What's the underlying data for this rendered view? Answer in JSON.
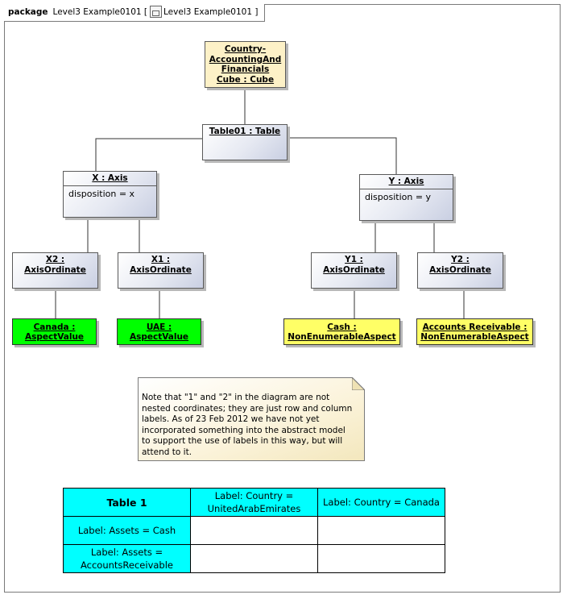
{
  "frame": {
    "keyword": "package",
    "name": "Level3 Example0101",
    "bracket_open": "[",
    "diagram_name": "Level3 Example0101",
    "bracket_close": "]"
  },
  "nodes": {
    "cube": {
      "lines": [
        "Country-",
        "AccountingAnd",
        "Financials",
        "Cube : Cube"
      ]
    },
    "table": {
      "title": "Table01 : Table"
    },
    "x_axis": {
      "title": "X : Axis",
      "attr": "disposition = x"
    },
    "y_axis": {
      "title": "Y : Axis",
      "attr": "disposition = y"
    },
    "x2": {
      "title": "X2 : AxisOrdinate"
    },
    "x1": {
      "title": "X1 : AxisOrdinate"
    },
    "y1": {
      "title": "Y1 : AxisOrdinate"
    },
    "y2": {
      "title": "Y2 : AxisOrdinate"
    },
    "canada": {
      "line1": "Canada :",
      "line2": "AspectValue"
    },
    "uae": {
      "line1": "UAE :",
      "line2": "AspectValue"
    },
    "cash": {
      "line1": "Cash :",
      "line2": "NonEnumerableAspect"
    },
    "ar": {
      "line1": "Accounts Receivable :",
      "line2": "NonEnumerableAspect"
    }
  },
  "note": {
    "lines": [
      "Note that \"1\" and \"2\" in the diagram are not",
      "nested coordinates; they are just row and column",
      "labels.  As of 23 Feb 2012 we have not yet",
      "incorporated something into the abstract model",
      "to support the use of labels in this way, but will",
      "attend to it."
    ]
  },
  "table": {
    "title": "Table 1",
    "col1": [
      "Label: Country =",
      "UnitedArabEmirates"
    ],
    "col2": "Label: Country = Canada",
    "row1": "Label: Assets = Cash",
    "row2": [
      "Label: Assets =",
      "AccountsReceivable"
    ]
  },
  "colors": {
    "green": "#00ff00",
    "yellow": "#ffff66",
    "cyan": "#00ffff",
    "cube": "#fdf1c7",
    "note": "#fbf3da"
  }
}
